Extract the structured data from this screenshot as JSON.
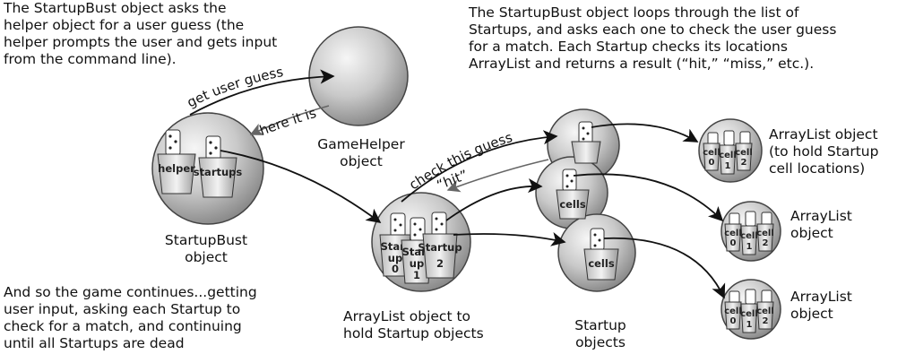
{
  "notes": {
    "helper_note": "The StartupBust object asks the\nhelper object for a user guess (the\nhelper prompts the user and gets input\nfrom the command line).",
    "loop_note": "The StartupBust object loops through the list of\nStartups, and asks each one to check the user guess\nfor a match. Each Startup checks its locations\nArrayList and returns a result (“hit,” “miss,” etc.).",
    "continue_note": "And so the game continues...getting\nuser input, asking each Startup to\ncheck for a match, and continuing\nuntil all Startups are dead"
  },
  "objects": {
    "gamehelper": "GameHelper\nobject",
    "startupbust": "StartupBust\nobject",
    "arraylist_startups": "ArrayList object to\nhold Startup objects",
    "startups": "Startup\nobjects",
    "arraylist_1": "ArrayList object\n(to hold Startup\ncell locations)",
    "arraylist_2": "ArrayList\nobject",
    "arraylist_3": "ArrayList\nobject"
  },
  "arrows": {
    "get_user_guess": "get user guess",
    "here_it_is": "here it is",
    "check_this_guess": "check this guess",
    "hit": "“hit”"
  },
  "cups": {
    "helper": "helper",
    "startups": "startups",
    "startup_0": [
      "Start",
      "up",
      "0"
    ],
    "startup_1": [
      "Start",
      "up",
      "1"
    ],
    "startup_2": [
      "Startup",
      "2"
    ],
    "cells": "cells",
    "cell_0": [
      "cell",
      "0"
    ],
    "cell_1": [
      "cell",
      "1"
    ],
    "cell_2": [
      "cell",
      "2"
    ]
  }
}
